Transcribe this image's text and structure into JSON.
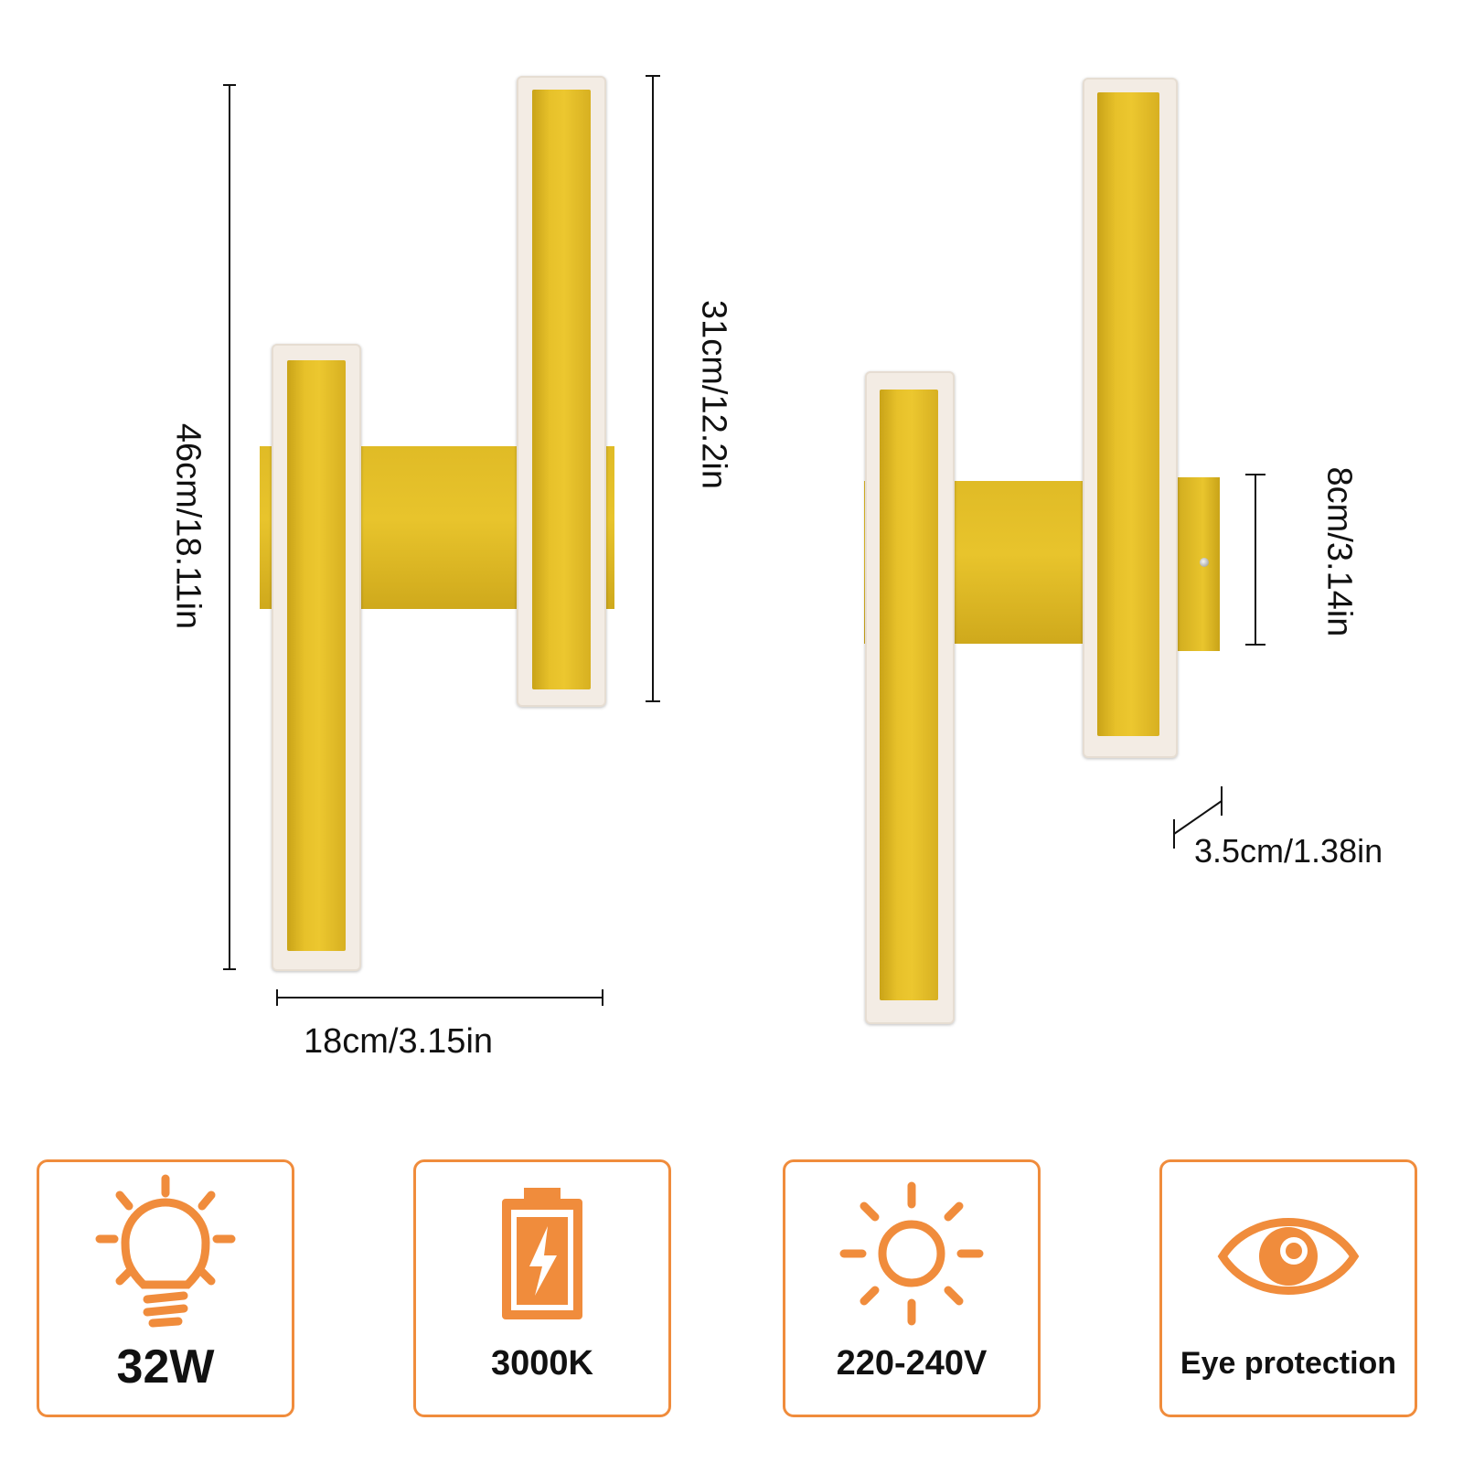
{
  "dimensions": {
    "total_height": "46cm/18.11in",
    "panel_height": "31cm/12.2in",
    "width": "18cm/3.15in",
    "base_height": "8cm/3.14in",
    "depth": "3.5cm/1.38in"
  },
  "features": [
    {
      "icon": "lightbulb-icon",
      "label": "32W"
    },
    {
      "icon": "battery-charging-icon",
      "label": "3000K"
    },
    {
      "icon": "sun-icon",
      "label": "220-240V"
    },
    {
      "icon": "eye-icon",
      "label": "Eye protection"
    }
  ],
  "colors": {
    "accent": "#f08c3c",
    "gold": "#e7c12a",
    "frame": "#f3ece4"
  }
}
